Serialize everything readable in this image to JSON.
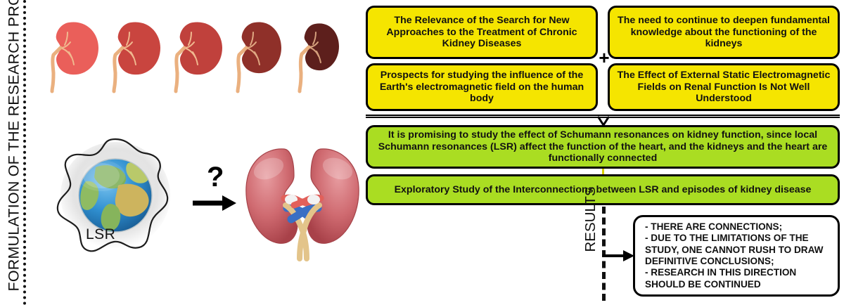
{
  "page": {
    "section_title": "FORMULATION OF THE RESEARCH PROBLEM"
  },
  "illustration": {
    "kidney_progression_caption": "",
    "earth_label": "LSR",
    "question_mark": "?",
    "kidney_stages": [
      {
        "name": "kidney-stage-1",
        "color": "#ea5f5a"
      },
      {
        "name": "kidney-stage-2",
        "color": "#c9453f"
      },
      {
        "name": "kidney-stage-3",
        "color": "#c0413c"
      },
      {
        "name": "kidney-stage-4",
        "color": "#8f3029"
      },
      {
        "name": "kidney-stage-5",
        "color": "#5d1f1c"
      }
    ]
  },
  "flow": {
    "premise_top_left": "The Relevance of the Search for New Approaches to the Treatment of Chronic Kidney Diseases",
    "premise_top_right": "The need to continue to deepen fundamental knowledge about the functioning of the kidneys",
    "premise_mid_left": "Prospects for studying the influence of the Earth's electromagnetic field on the human body",
    "premise_mid_right": "The Effect of External Static Electromagnetic Fields on Renal Function Is Not Well Understood",
    "plus_symbol": "+",
    "conclusion": "It is promising to study the effect of Schumann resonances on kidney function, since local Schumann resonances (LSR) affect the function of the heart, and the kidneys and the heart are functionally connected",
    "study": "Exploratory Study of the Interconnections between LSR and episodes of kidney disease",
    "results_label": "RESULTS",
    "results_lines": [
      "- THERE ARE CONNECTIONS;",
      "- DUE TO THE LIMITATIONS OF THE",
      "STUDY, ONE CANNOT RUSH TO DRAW",
      "DEFINITIVE CONCLUSIONS;",
      "- RESEARCH IN THIS DIRECTION",
      "SHOULD BE CONTINUED"
    ]
  },
  "colors": {
    "yellow": "#f5e500",
    "green": "#aadd22",
    "outline": "#000000",
    "text": "#111111"
  }
}
